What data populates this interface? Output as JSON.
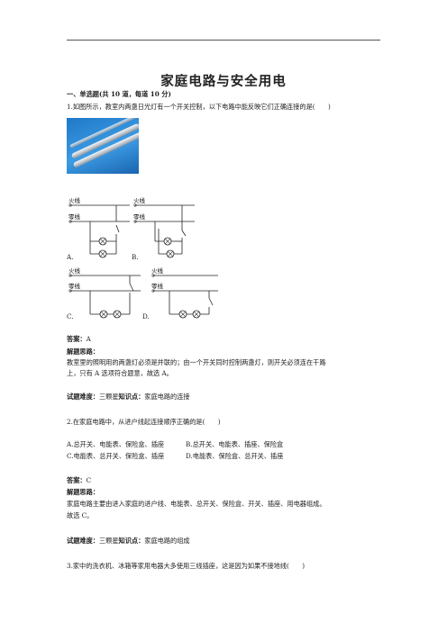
{
  "title": "家庭电路与安全用电",
  "section": "一、单选题(共 10 道，每道 10 分)",
  "q1": {
    "question": "1.如图所示，教室内两盏日光灯有一个开关控制，以下电路中能反映它们正确连接的是(　　)",
    "diagrams": [
      {
        "label": "A.",
        "live": "火线",
        "neutral": "零线"
      },
      {
        "label": "B.",
        "live": "火线",
        "neutral": "零线"
      },
      {
        "label": "C.",
        "live": "火线",
        "neutral": "零线"
      },
      {
        "label": "D.",
        "live": "火线",
        "neutral": "零线"
      }
    ],
    "answer_label": "答案：",
    "answer": "A",
    "analysis_label": "解题思路：",
    "analysis_1": "教室里的照明用的两盏灯必须是并联的；由一个开关同时控制两盏灯，则开关必须连在干路",
    "analysis_2": "上，只有 A 选项符合题意，故选 A。",
    "difficulty_label": "试题难度：",
    "difficulty": "三颗星",
    "kp_label": "知识点：",
    "kp": "家庭电路的连接"
  },
  "q2": {
    "question": "2.在家庭电路中，从进户线起连接顺序正确的是(　　)",
    "opt_a": "A.总开关、电能表、保险盒、插座",
    "opt_b": "B.总开关、电能表、插座、保险盒",
    "opt_c": "C.电能表、总开关、保险盒、插座",
    "opt_d": "D.电能表、保险盒、总开关、插座",
    "answer_label": "答案：",
    "answer": "C",
    "analysis_label": "解题思路：",
    "analysis_1": "家庭电路主要由进入家庭的进户线、电能表、总开关、保险盒、开关、插座、用电器组成。",
    "analysis_2": "故选 C。",
    "difficulty_label": "试题难度：",
    "difficulty": "三颗星",
    "kp_label": "知识点：",
    "kp": "家庭电路的组成"
  },
  "q3": {
    "question": "3.家中的洗衣机、冰箱等家用电器大多使用三线插座，这是因为如果不接地线(　　)"
  }
}
